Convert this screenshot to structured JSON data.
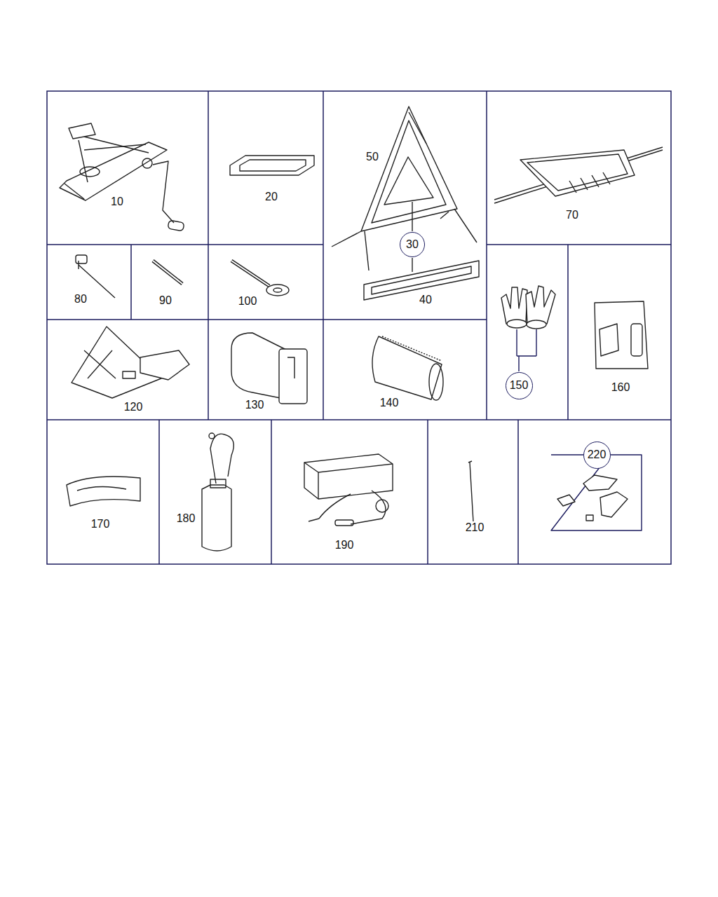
{
  "diagram": {
    "nodes": [
      {
        "text": [
          "30"
        ]
      },
      {
        "text": [
          "150"
        ]
      },
      {
        "text": [
          "220"
        ]
      }
    ],
    "labels": [
      "10",
      "20",
      "50",
      "70",
      "80",
      "90",
      "100",
      "40",
      "120",
      "130",
      "140",
      "160",
      "170",
      "180",
      "190",
      "210"
    ]
  }
}
